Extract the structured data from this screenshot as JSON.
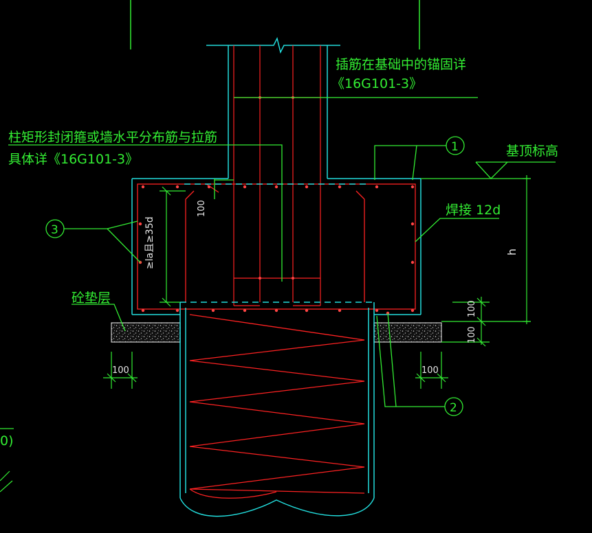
{
  "labels": {
    "anchor_note_line1": "插筋在基础中的锚固详",
    "anchor_note_line2": "《16G101-3》",
    "stirrup_note_line1": "柱矩形封闭箍或墙水平分布筋与拉筋",
    "stirrup_note_line2": "具体详《16G101-3》",
    "foundation_top_elev": "基顶标高",
    "weld_note": "焊接 12d",
    "cushion_layer": "砼垫层",
    "callout_1": "1",
    "callout_2": "2",
    "callout_3": "3",
    "dim_100_top": "100",
    "dim_la_vertical": "≥la且≥35d",
    "dim_h": "h",
    "dim_100_right_upper": "100",
    "dim_100_right_lower": "100",
    "dim_100_left_bottom": "100",
    "dim_100_right_bottom": "100",
    "edge_fragment": "0)"
  },
  "colors": {
    "background": "#000000",
    "concrete_outline": "#22dddd",
    "rebar": "#ff2222",
    "annotation": "#33ee33",
    "dimension_text": "#e8e8e8",
    "cushion_fill": "#cfcfcf"
  }
}
